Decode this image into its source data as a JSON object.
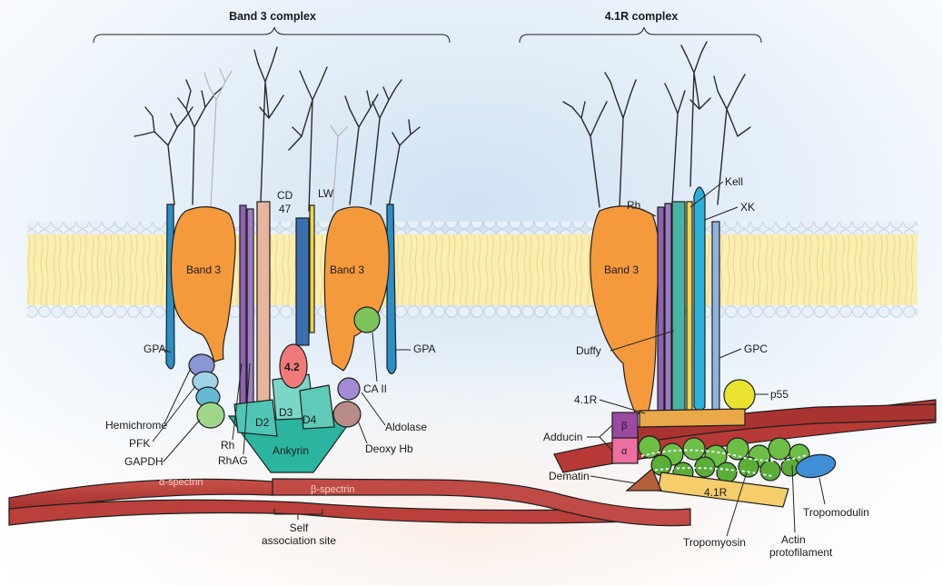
{
  "headers": {
    "band3_complex": "Band 3 complex",
    "r41_complex": "4.1R complex"
  },
  "labels": {
    "band3_left": "Band 3",
    "band3_right": "Band 3",
    "band3_41r": "Band 3",
    "cd47_line1": "CD",
    "cd47_line2": "47",
    "lw": "LW",
    "gpa_left": "GPA",
    "gpa_right": "GPA",
    "protein42": "4.2",
    "caii": "CA II",
    "hemichrome": "Hemichrome",
    "pfk": "PFK",
    "gapdh": "GAPDH",
    "rh_left": "Rh",
    "rhag": "RhAG",
    "d2": "D2",
    "d3": "D3",
    "d4": "D4",
    "ankyrin": "Ankyrin",
    "aldolase": "Aldolase",
    "deoxy_hb": "Deoxy Hb",
    "alpha_spectrin": "α-spectrin",
    "beta_spectrin": "β-spectrin",
    "self_assoc_line1": "Self",
    "self_assoc_line2": "association site",
    "rh_right": "Rh",
    "kell": "Kell",
    "xk": "XK",
    "duffy": "Duffy",
    "gpc": "GPC",
    "p55": "p55",
    "r41_label": "4.1R",
    "adducin": "Adducin",
    "beta_sub": "β",
    "alpha_sub": "α",
    "dematin": "Dematin",
    "r41_bar": "4.1R",
    "tropomodulin": "Tropomodulin",
    "tropomyosin": "Tropomyosin",
    "actin_line1": "Actin",
    "actin_line2": "protofilament"
  },
  "colors": {
    "band3": "#f59a3c",
    "membrane_head": "#e3eef8",
    "membrane_tail": "#f7e7a6",
    "spectrin": "#b83a36",
    "ankyrin": "#2bb5a1",
    "protein42": "#f07a7a",
    "gpa": "#2a8fc7",
    "actin": "#6cbe45",
    "p55": "#e9e330",
    "tropomodulin": "#3f8fd6",
    "r41": "#f5cd6a",
    "adducin_beta": "#9a4aa0",
    "adducin_alpha": "#ec6fa0",
    "dematin": "#b5603a"
  }
}
